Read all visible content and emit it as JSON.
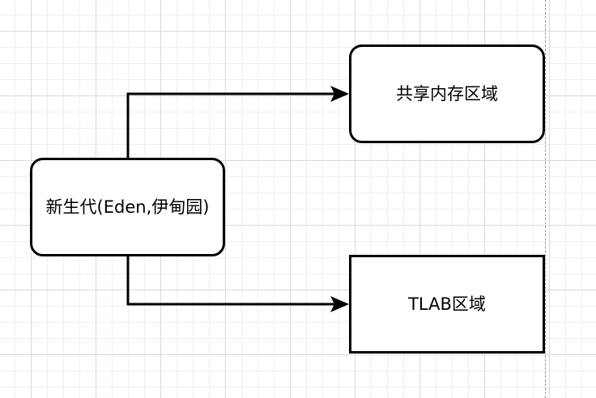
{
  "diagram": {
    "nodes": {
      "eden": {
        "label": "新生代(Eden,伊甸园)"
      },
      "shared": {
        "label": "共享内存区域"
      },
      "tlab": {
        "label": "TLAB区域"
      }
    },
    "edges": [
      {
        "from": "eden",
        "to": "shared"
      },
      {
        "from": "eden",
        "to": "tlab"
      }
    ]
  }
}
